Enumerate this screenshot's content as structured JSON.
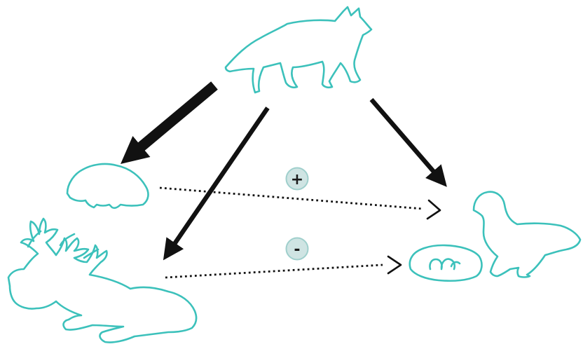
{
  "colors": {
    "outline": "#3cc1bb",
    "arrow": "#111111",
    "badge_fill": "#cfe4e3",
    "badge_ring": "#9fcfcc",
    "background": "#ffffff"
  },
  "nodes": {
    "fox": {
      "icon": "arctic-fox-icon"
    },
    "lemming": {
      "icon": "lemming-icon"
    },
    "reindeer": {
      "icon": "reindeer-icon"
    },
    "goose": {
      "icon": "goose-icon"
    },
    "nest": {
      "icon": "nest-with-eggs-icon"
    }
  },
  "edges": [
    {
      "from": "fox",
      "to": "lemming",
      "style": "thick-solid"
    },
    {
      "from": "fox",
      "to": "reindeer",
      "style": "solid"
    },
    {
      "from": "fox",
      "to": "goose",
      "style": "solid"
    },
    {
      "from": "lemming",
      "to": "goose",
      "style": "dotted",
      "sign": "+"
    },
    {
      "from": "reindeer",
      "to": "nest",
      "style": "dotted",
      "sign": "-"
    }
  ],
  "signs": {
    "positive": "+",
    "negative": "-"
  }
}
